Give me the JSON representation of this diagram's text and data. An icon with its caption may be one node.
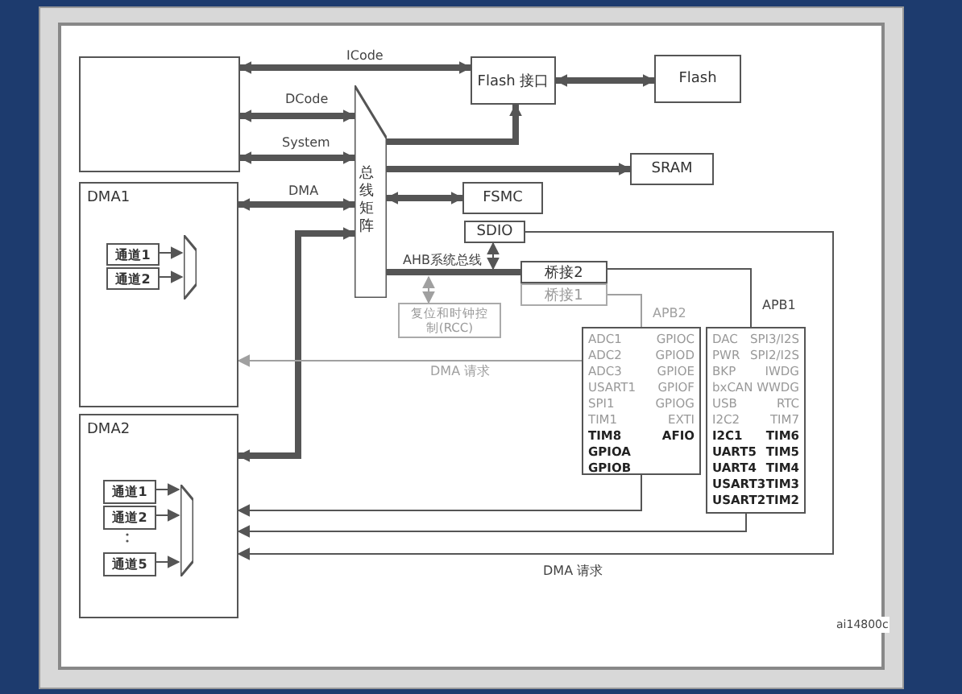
{
  "diagram": {
    "nodes": [
      {
        "text": [],
        "shape": "box"
      },
      {
        "text": [
          "Flash 接口"
        ]
      },
      {
        "text": [
          "Flash"
        ]
      },
      {
        "text": [
          "DMA1"
        ]
      },
      {
        "text": [
          "通道1"
        ],
        "in": 3
      },
      {
        "text": [
          "通道2"
        ],
        "in": 3
      },
      {
        "text": [],
        "shape": "trapezoid",
        "in": 3
      },
      {
        "text": [
          "总线矩阵"
        ]
      },
      {
        "text": [
          "SRAM"
        ]
      },
      {
        "text": [
          "FSMC"
        ]
      },
      {
        "text": [
          "SDIO"
        ]
      },
      {
        "text": [
          "桥接2"
        ]
      },
      {
        "text": [
          "桥接1"
        ]
      },
      {
        "text": [
          "复位和时钟控制(RCC)"
        ]
      },
      {
        "text": [
          "ADC1",
          "GPIOC",
          "ADC2",
          "GPIOD",
          "ADC3",
          "GPIOE",
          "USART1",
          "GPIOF",
          "SPI1",
          "GPIOG",
          "TIM1",
          "EXTI",
          "TIM8",
          "AFIO",
          "GPIOA",
          "GPIOB"
        ]
      },
      {
        "text": [
          "DAC",
          "SPI3/I2S",
          "PWR",
          "SPI2/I2S",
          "BKP",
          "IWDG",
          "bxCAN",
          "WWDG",
          "USB",
          "RTC",
          "I2C2",
          "TIM7",
          "I2C1",
          "TIM6",
          "UART5",
          "TIM5",
          "UART4",
          "TIM4",
          "USART3",
          "TIM3",
          "USART2",
          "TIM2"
        ]
      },
      {
        "text": [
          "DMA2"
        ]
      },
      {
        "text": [
          "通道1"
        ],
        "in": 16
      },
      {
        "text": [
          "通道2"
        ],
        "in": 16
      },
      {
        "text": [
          "通道5"
        ],
        "in": 16
      },
      {
        "text": [],
        "shape": "trapezoid",
        "in": 16
      }
    ],
    "edges": [
      {
        "from": 0,
        "to": 1,
        "arrow": "both",
        "label": "ICode",
        "style": "thick"
      },
      {
        "from": 0,
        "to": 7,
        "arrow": "both",
        "label": "DCode",
        "style": "thick"
      },
      {
        "from": 0,
        "to": 7,
        "arrow": "both",
        "label": "System",
        "style": "thick"
      },
      {
        "from": 3,
        "to": 7,
        "arrow": "both",
        "label": "DMA",
        "style": "thick"
      },
      {
        "from": 1,
        "to": 2,
        "arrow": "both",
        "style": "thick"
      },
      {
        "from": 7,
        "to": 1,
        "arrow": "to",
        "style": "thick"
      },
      {
        "from": 7,
        "to": 8,
        "arrow": "to",
        "style": "thick"
      },
      {
        "from": 7,
        "to": 9,
        "arrow": "both",
        "style": "thick"
      },
      {
        "from": 7,
        "to": 11,
        "arrow": "none",
        "label": "AHB系统总线",
        "style": "thick"
      },
      {
        "from": 10,
        "to": null,
        "arrow": "both"
      },
      {
        "from": 13,
        "to": null,
        "arrow": "both",
        "color": "#a0a0a0"
      },
      {
        "from": 11,
        "to": 15,
        "arrow": "none",
        "label": "APB1"
      },
      {
        "from": 12,
        "to": 14,
        "arrow": "none",
        "label": "APB2",
        "color": "#a0a0a0"
      },
      {
        "from": 16,
        "to": 7,
        "arrow": "both",
        "style": "thick"
      },
      {
        "from": 4,
        "to": 6,
        "arrow": "to"
      },
      {
        "from": 5,
        "to": 6,
        "arrow": "to"
      },
      {
        "from": 17,
        "to": 20,
        "arrow": "to"
      },
      {
        "from": 18,
        "to": 20,
        "arrow": "to"
      },
      {
        "from": 19,
        "to": 20,
        "arrow": "to"
      },
      {
        "from": 14,
        "to": 3,
        "arrow": "to",
        "label": "DMA 请求",
        "color": "#a0a0a0"
      },
      {
        "from": 14,
        "to": 16,
        "arrow": "to"
      },
      {
        "from": 15,
        "to": 16,
        "arrow": "to"
      },
      {
        "from": 10,
        "to": 16,
        "arrow": "to",
        "label": "DMA 请求"
      }
    ],
    "labels": [
      "ai14800c"
    ]
  }
}
